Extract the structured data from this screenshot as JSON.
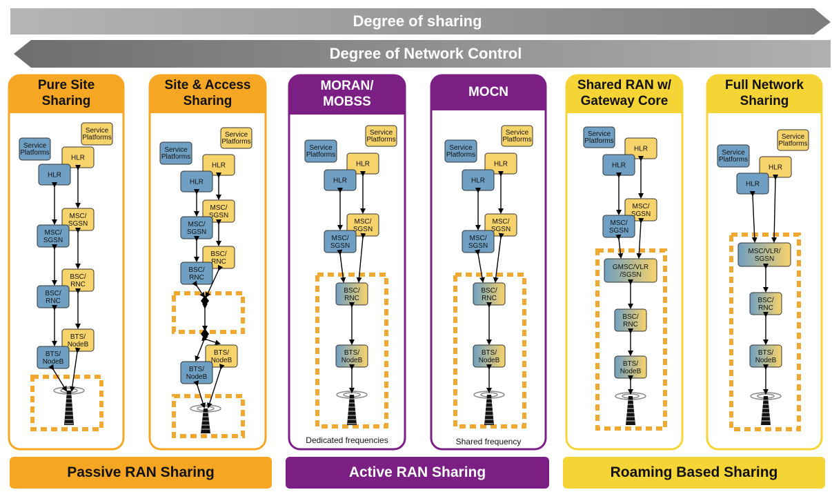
{
  "banners": {
    "sharing": "Degree of sharing",
    "control": "Degree of Network Control"
  },
  "colors": {
    "orange": "#f5a623",
    "purple": "#7b1f85",
    "yellow": "#f5d435",
    "node_blue": "#6f9fc2",
    "node_yellow": "#f7d36b",
    "dash": "#f0a830",
    "banner_gray": "#9a9a9a"
  },
  "columns": [
    {
      "title": "Pure Site\nSharing",
      "theme": "orange"
    },
    {
      "title": "Site & Access\nSharing",
      "theme": "orange"
    },
    {
      "title": "MORAN/\nMOBSS",
      "theme": "purple",
      "note": "Dedicated frequencies"
    },
    {
      "title": "MOCN",
      "theme": "purple",
      "note": "Shared frequency"
    },
    {
      "title": "Shared RAN w/\nGateway Core",
      "theme": "yellow"
    },
    {
      "title": "Full Network\nSharing",
      "theme": "yellow"
    }
  ],
  "labels": {
    "service": "Service\nPlatforms",
    "hlr": "HLR",
    "msc": "MSC/\nSGSN",
    "bsc": "BSC/\nRNC",
    "bts": "BTS/\nNodeB",
    "gmsc": "GMSC/VLR\n/SGSN",
    "mscvlr": "MSC/VLR/\nSGSN"
  },
  "footers": {
    "passive": "Passive RAN Sharing",
    "active": "Active RAN Sharing",
    "roaming": "Roaming Based Sharing"
  }
}
